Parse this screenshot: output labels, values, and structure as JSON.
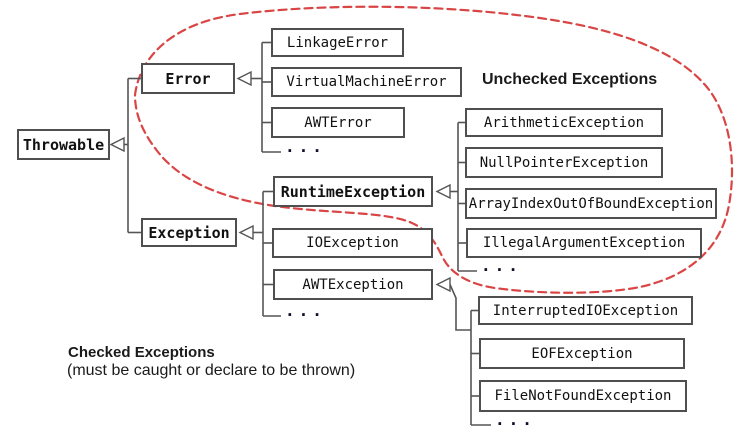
{
  "colors": {
    "oval_dashed": "#d94545",
    "box_border": "#4f4f4f",
    "connector": "#555555",
    "box_fill": "#ffffff",
    "background": "#ffffff"
  },
  "annotations": {
    "unchecked_label": "Unchecked Exceptions",
    "checked_label": "Checked Exceptions",
    "checked_note": "(must be caught or declare to be thrown)"
  },
  "hierarchy": {
    "root": {
      "label": "Throwable"
    },
    "children": [
      {
        "label": "Error"
      },
      {
        "label": "Exception"
      }
    ],
    "error_children": {
      "items": [
        "LinkageError",
        "VirtualMachineError",
        "AWTError"
      ],
      "more": "..."
    },
    "exception_children": {
      "items": [
        "RuntimeException",
        "IOException",
        "AWTException"
      ],
      "more": "..."
    },
    "runtime_exception_children": {
      "items": [
        "ArithmeticException",
        "NullPointerException",
        "ArrayIndexOutOfBoundException",
        "IllegalArgumentException"
      ],
      "more": "..."
    },
    "awt_exception_children": {
      "items": [
        "InterruptedIOException",
        "EOFException",
        "FileNotFoundException"
      ],
      "more": "..."
    }
  }
}
